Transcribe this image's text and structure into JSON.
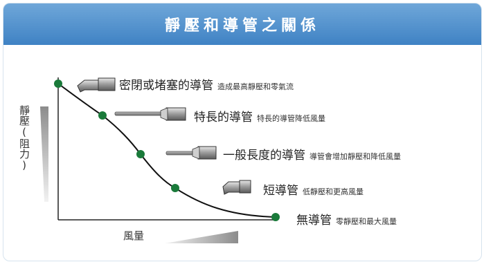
{
  "header": {
    "title": "靜壓和導管之關係"
  },
  "axes": {
    "y_label": "靜壓(阻力)",
    "x_label": "風量"
  },
  "items": [
    {
      "main": "密閉或堵塞的導管",
      "sub": "造成最高靜壓和零氣流"
    },
    {
      "main": "特長的導管",
      "sub": "特長的導管降低風量"
    },
    {
      "main": "一般長度的導管",
      "sub": "導管會增加靜壓和降低風量"
    },
    {
      "main": "短導管",
      "sub": "低靜壓和更高風量"
    },
    {
      "main": "無導管",
      "sub": "零靜壓和最大風量"
    }
  ],
  "colors": {
    "header": "#4a8ccb",
    "point": "#1a7a3a",
    "curve": "#111111",
    "duct": "#8a8a8a"
  }
}
